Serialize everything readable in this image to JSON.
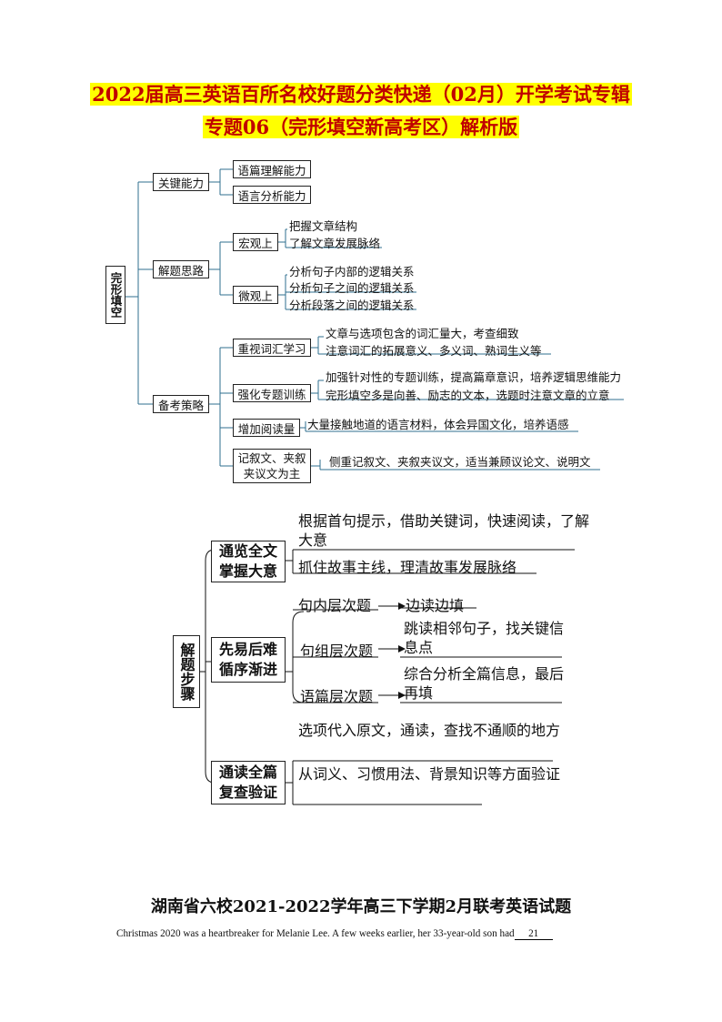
{
  "title_line1": "2022届高三英语百所名校好题分类快递（02月）开学考试专辑",
  "title_line2": "专题06（完形填空新高考区）解析版",
  "diagram1": {
    "root": "完形填空",
    "branches": [
      {
        "label": "关键能力",
        "children": [
          {
            "label": "语篇理解能力"
          },
          {
            "label": "语言分析能力"
          }
        ]
      },
      {
        "label": "解题思路",
        "children": [
          {
            "label": "宏观上",
            "items": [
              "把握文章结构",
              "了解文章发展脉络"
            ]
          },
          {
            "label": "微观上",
            "items": [
              "分析句子内部的逻辑关系",
              "分析句子之间的逻辑关系",
              "分析段落之间的逻辑关系"
            ]
          }
        ]
      },
      {
        "label": "备考策略",
        "children": [
          {
            "label": "重视词汇学习",
            "items": [
              "文章与选项包含的词汇量大，考查细致",
              "注意词汇的拓展意义、多义词、熟词生义等"
            ]
          },
          {
            "label": "强化专题训练",
            "items": [
              "加强针对性的专题训练，提高篇章意识，培养逻辑思维能力",
              "完形填空多是向善、励志的文本，选题时注意文章的立意"
            ]
          },
          {
            "label": "增加阅读量",
            "items": [
              "大量接触地道的语言材料，体会异国文化，培养语感"
            ]
          },
          {
            "label": "记叙文、夹叙夹议文为主",
            "items": [
              "侧重记叙文、夹叙夹议文，适当兼顾议论文、说明文"
            ]
          }
        ]
      }
    ]
  },
  "diagram2": {
    "root": "解题步骤",
    "steps": [
      {
        "label": "通览全文掌握大意",
        "items": [
          "根据首句提示，借助关键词，快速阅读，了解大意",
          "抓住故事主线，理清故事发展脉络"
        ]
      },
      {
        "label": "先易后难循序渐进",
        "items": [
          {
            "level": "句内层次题",
            "action": "边读边填"
          },
          {
            "level": "句组层次题",
            "action": "跳读相邻句子，找关键信息点"
          },
          {
            "level": "语篇层次题",
            "action": "综合分析全篇信息，最后再填"
          }
        ]
      },
      {
        "label": "通读全篇复查验证",
        "items": [
          "选项代入原文，通读，查找不通顺的地方",
          "从词义、习惯用法、背景知识等方面验证"
        ]
      }
    ]
  },
  "section_heading": "湖南省六校2021-2022学年高三下学期2月联考英语试题",
  "body_text": "Christmas 2020 was a heartbreaker for Melanie Lee. A few weeks earlier, her 33-year-old son had",
  "blank_number": "21"
}
